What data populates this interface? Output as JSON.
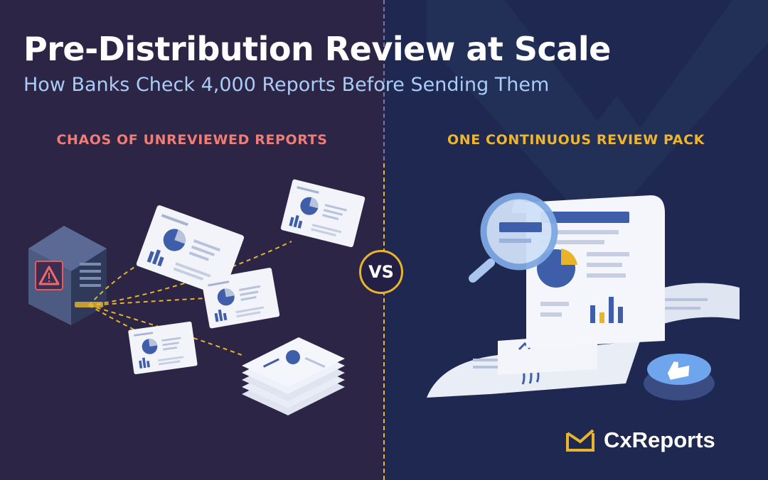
{
  "header": {
    "title": "Pre-Distribution Review at Scale",
    "subtitle": "How Banks Check 4,000 Reports Before Sending Them"
  },
  "left_panel": {
    "label": "CHAOS OF UNREVIEWED REPORTS",
    "icons": [
      "server-icon",
      "warning-icon",
      "report-document-icon",
      "report-stack-icon"
    ]
  },
  "right_panel": {
    "label": "ONE CONTINUOUS REVIEW PACK",
    "icons": [
      "continuous-report-scroll-icon",
      "magnifier-icon",
      "pie-chart-icon",
      "bar-chart-icon",
      "thumbs-up-icon"
    ]
  },
  "comparison": {
    "badge": "VS"
  },
  "brand": {
    "name": "CxReports",
    "icon": "envelope-logo-icon"
  },
  "colors": {
    "left_bg": "#2c2545",
    "right_bg": "#1e2850",
    "accent_yellow": "#e8b52a",
    "accent_red": "#ef7d76",
    "subtitle_blue": "#a9cdf6",
    "chart_blue": "#3f5ea9"
  }
}
